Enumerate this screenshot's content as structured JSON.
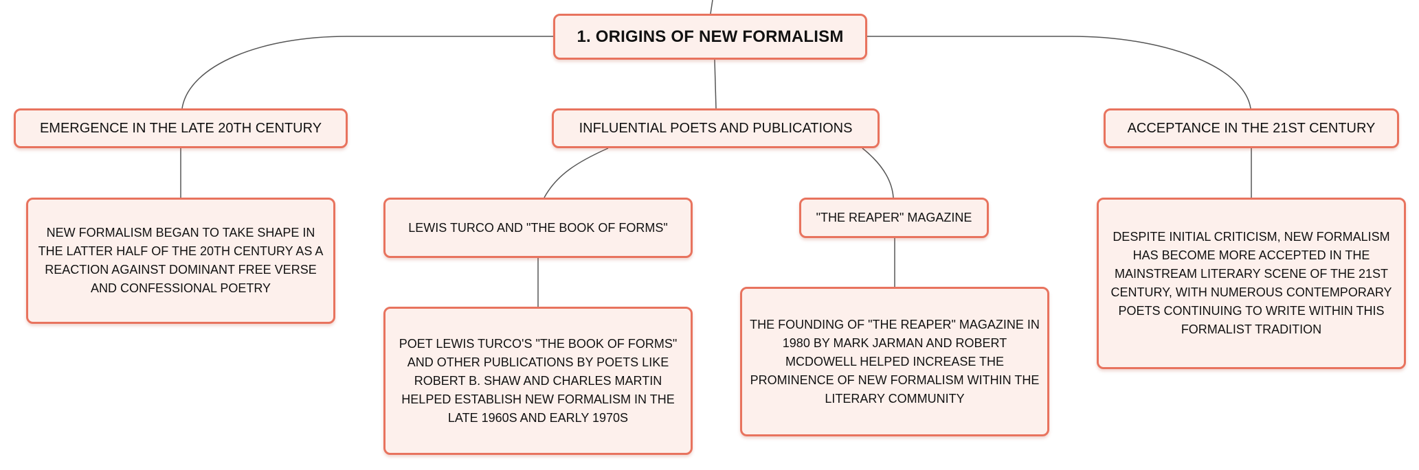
{
  "root": {
    "title": "1. ORIGINS OF NEW FORMALISM"
  },
  "topics": {
    "emergence": {
      "label": "EMERGENCE IN THE LATE 20TH CENTURY",
      "detail": "NEW FORMALISM BEGAN TO TAKE SHAPE IN THE LATTER HALF OF THE 20TH CENTURY AS A REACTION AGAINST DOMINANT FREE VERSE AND CONFESSIONAL POETRY"
    },
    "influential": {
      "label": "INFLUENTIAL POETS AND PUBLICATIONS",
      "subtopics": {
        "turco": {
          "label": "LEWIS TURCO AND \"THE BOOK OF FORMS\"",
          "detail": "POET LEWIS TURCO'S \"THE BOOK OF FORMS\" AND OTHER PUBLICATIONS BY POETS LIKE ROBERT B. SHAW AND CHARLES MARTIN HELPED ESTABLISH NEW FORMALISM IN THE LATE 1960S AND EARLY 1970S"
        },
        "reaper": {
          "label": "\"THE REAPER\" MAGAZINE",
          "detail": "THE FOUNDING OF \"THE REAPER\" MAGAZINE IN 1980 BY MARK JARMAN AND ROBERT MCDOWELL HELPED INCREASE THE PROMINENCE OF NEW FORMALISM WITHIN THE LITERARY COMMUNITY"
        }
      }
    },
    "acceptance": {
      "label": "ACCEPTANCE IN THE 21ST CENTURY",
      "detail": "DESPITE INITIAL CRITICISM, NEW FORMALISM HAS BECOME MORE ACCEPTED IN THE MAINSTREAM LITERARY SCENE OF THE 21ST CENTURY, WITH NUMEROUS CONTEMPORARY POETS CONTINUING TO WRITE WITHIN THIS FORMALIST TRADITION"
    }
  },
  "colors": {
    "node_border": "#e8735e",
    "node_fill": "#fdf0ec",
    "connector": "#555555"
  }
}
